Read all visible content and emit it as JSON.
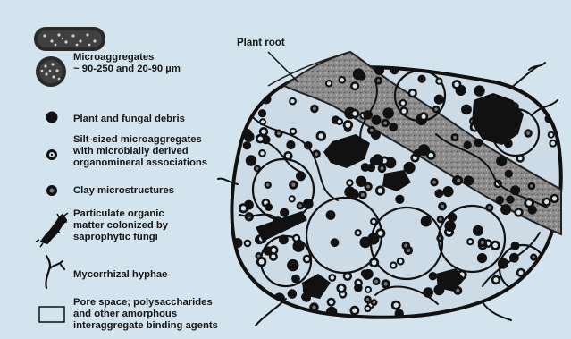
{
  "figure": {
    "background": "#d3e4ef",
    "ink": "#161616",
    "root_fill": "#9a9a9a"
  },
  "legend": [
    {
      "icon": "microaggregate-icons",
      "label": "Microaggregates\n~ 90-250 and 20-90 µm"
    },
    {
      "icon": "plant-fungal-debris-icon",
      "label": "Plant and fungal debris"
    },
    {
      "icon": "silt-microaggregate-icon",
      "label": "Silt-sized microaggregates\nwith microbially derived\norganomineral associations"
    },
    {
      "icon": "clay-microstructure-icon",
      "label": "Clay microstructures"
    },
    {
      "icon": "particulate-organic-matter-icon",
      "label": "Particulate organic\nmatter colonized by\nsaprophytic fungi"
    },
    {
      "icon": "mycorrhizal-hyphae-icon",
      "label": "Mycorrhizal hyphae"
    },
    {
      "icon": "pore-space-icon",
      "label": "Pore space; polysaccharides\nand other amorphous\ninteraggregate binding agents"
    }
  ],
  "annotation": {
    "plant_root": "Plant root"
  }
}
